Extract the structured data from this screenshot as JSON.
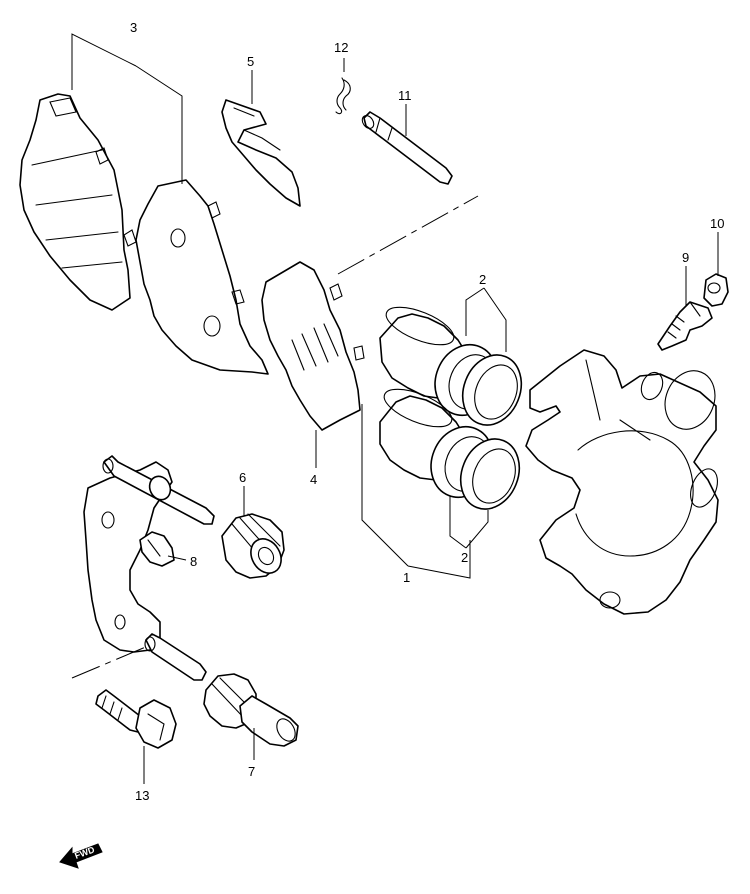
{
  "diagram": {
    "callouts": [
      {
        "id": "c1",
        "label": "1"
      },
      {
        "id": "c2a",
        "label": "2"
      },
      {
        "id": "c2b",
        "label": "2"
      },
      {
        "id": "c3",
        "label": "3"
      },
      {
        "id": "c4",
        "label": "4"
      },
      {
        "id": "c5",
        "label": "5"
      },
      {
        "id": "c6",
        "label": "6"
      },
      {
        "id": "c7",
        "label": "7"
      },
      {
        "id": "c8",
        "label": "8"
      },
      {
        "id": "c9",
        "label": "9"
      },
      {
        "id": "c10",
        "label": "10"
      },
      {
        "id": "c11",
        "label": "11"
      },
      {
        "id": "c12",
        "label": "12"
      },
      {
        "id": "c13",
        "label": "13"
      }
    ],
    "direction_badge": "FWD",
    "colors": {
      "line": "#000000",
      "background": "#ffffff"
    }
  }
}
